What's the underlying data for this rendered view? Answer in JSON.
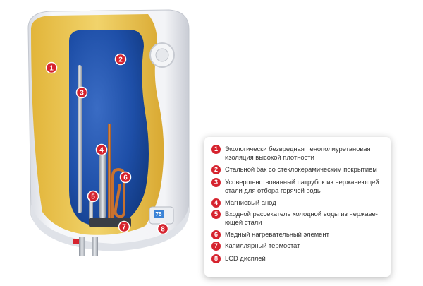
{
  "colors": {
    "marker": "#d6232e",
    "insulation": "#e8c24a",
    "tank": "#1e4fa8",
    "body": "#eef0f4",
    "copper": "#c9722f"
  },
  "markers": [
    "1",
    "2",
    "3",
    "4",
    "5",
    "6",
    "7",
    "8"
  ],
  "display": {
    "readout": "75"
  },
  "legend": {
    "items": [
      {
        "num": "1",
        "text": "Экологически безвредная пенополиуретановая\nизоляция высокой плотности"
      },
      {
        "num": "2",
        "text": "Стальной бак со стеклокерамическим покрытием"
      },
      {
        "num": "3",
        "text": "Усовершенствованный патрубок из нержавеющей\nстали для отбора горячей воды"
      },
      {
        "num": "4",
        "text": "Магниевый анод"
      },
      {
        "num": "5",
        "text": "Входной рассекатель холодной воды из нержаве-\nющей стали"
      },
      {
        "num": "6",
        "text": "Медный нагревательный элемент"
      },
      {
        "num": "7",
        "text": "Капиллярный термостат"
      },
      {
        "num": "8",
        "text": "LCD дисплей"
      }
    ]
  }
}
